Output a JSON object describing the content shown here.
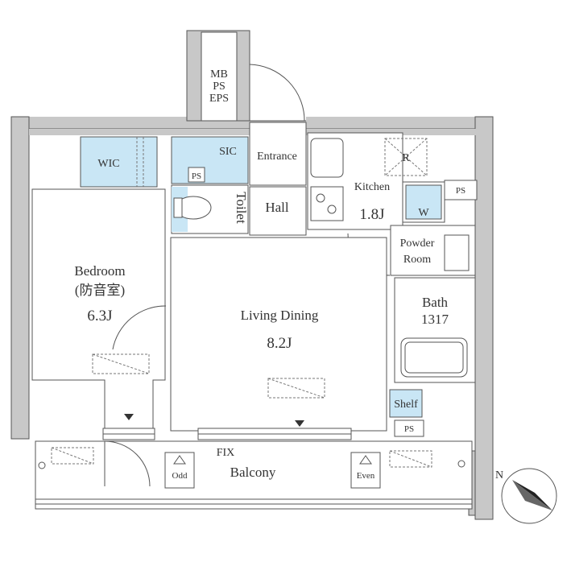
{
  "colors": {
    "wall": "#c8c8c8",
    "wet_area": "#c9e6f5",
    "line": "#555555",
    "dashed": "#777777"
  },
  "labels": {
    "mb_ps_eps": [
      "MB",
      "PS",
      "EPS"
    ],
    "wic": "WIC",
    "sic": "SIC",
    "ps_small": "PS",
    "entrance": "Entrance",
    "toilet": "Toilet",
    "hall": "Hall",
    "kitchen": "Kitchen",
    "kitchen_size": "1.8J",
    "fridge": "R",
    "washer": "W",
    "ps_right": "PS",
    "powder_room": [
      "Powder",
      "Room"
    ],
    "bedroom": "Bedroom",
    "bedroom_sub": "(防音室)",
    "bedroom_size": "6.3J",
    "living_dining": "Living Dining",
    "living_size": "8.2J",
    "bath": "Bath",
    "bath_size": "1317",
    "shelf": "Shelf",
    "ps_bottom": "PS",
    "fix": "FIX",
    "balcony": "Balcony",
    "odd": "Odd",
    "even": "Even",
    "compass_n": "N"
  }
}
